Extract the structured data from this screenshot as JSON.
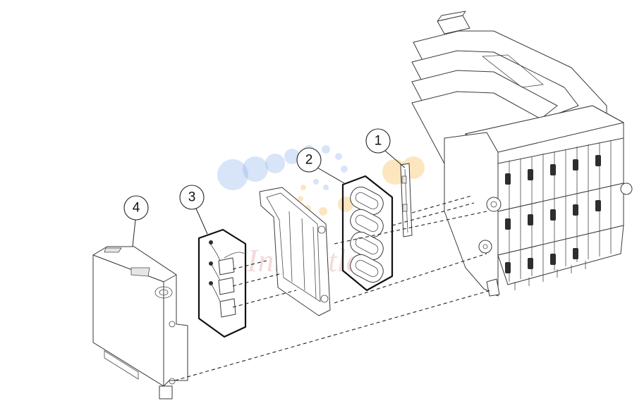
{
  "callouts": [
    {
      "id": "1",
      "label": "1"
    },
    {
      "id": "2",
      "label": "2"
    },
    {
      "id": "3",
      "label": "3"
    },
    {
      "id": "4",
      "label": "4"
    }
  ],
  "watermark": {
    "text": "InkOutlet",
    "colors": [
      "#7aa6e6",
      "#f5b84a",
      "#e89a9a"
    ]
  }
}
